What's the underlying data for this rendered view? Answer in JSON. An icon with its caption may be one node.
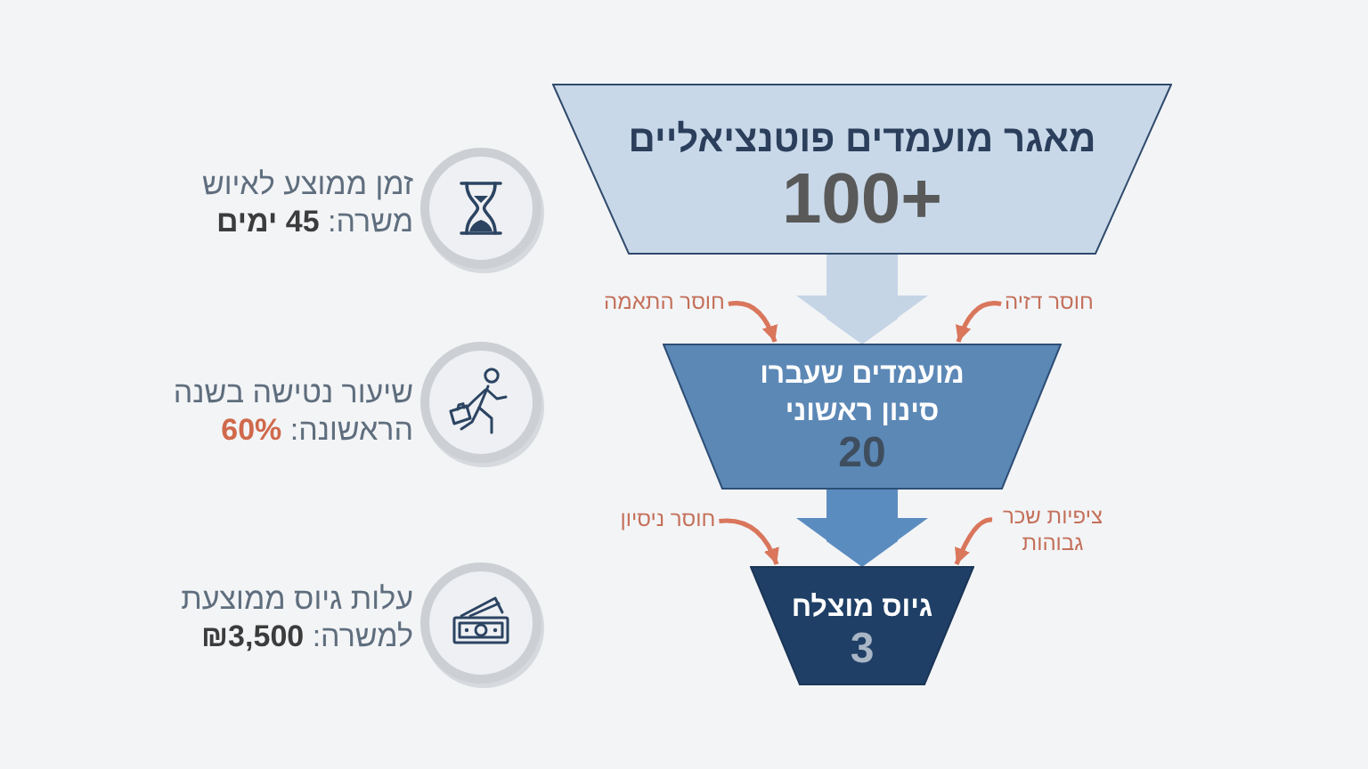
{
  "diagram": {
    "nodes": [
      {
        "text": [
          "מאגר מועמדים פוטנציאליים",
          "100+"
        ]
      },
      {
        "text": [
          "מועמדים שעברו סינון ראשוני",
          "20"
        ]
      },
      {
        "text": [
          "גיוס מוצלח",
          "3"
        ]
      },
      {
        "text": [
          "חוסר דזיה"
        ]
      },
      {
        "text": [
          "חוסר התאמה"
        ]
      },
      {
        "text": [
          "ציפיות שכר גבוהות"
        ]
      },
      {
        "text": [
          "חוסר ניסיון"
        ]
      }
    ],
    "edges": [
      {
        "from": 0,
        "to": 1,
        "arrow": "to",
        "style": "thick",
        "color": "#c5d5e6"
      },
      {
        "from": 1,
        "to": 2,
        "arrow": "to",
        "style": "thick",
        "color": "#5b8cc0"
      },
      {
        "from": 3,
        "to": 1,
        "arrow": "to"
      },
      {
        "from": 4,
        "to": 1,
        "arrow": "to"
      },
      {
        "from": 5,
        "to": 2,
        "arrow": "to"
      },
      {
        "from": 6,
        "to": 2,
        "arrow": "to"
      }
    ],
    "labels": [
      "זמן ממוצע לאיוש משרה: **45 ימים**",
      "שיעור נטישה בשנה הראשונה: **60%**",
      "עלות גיוס ממוצעת למשרה: **₪3,500**"
    ]
  }
}
